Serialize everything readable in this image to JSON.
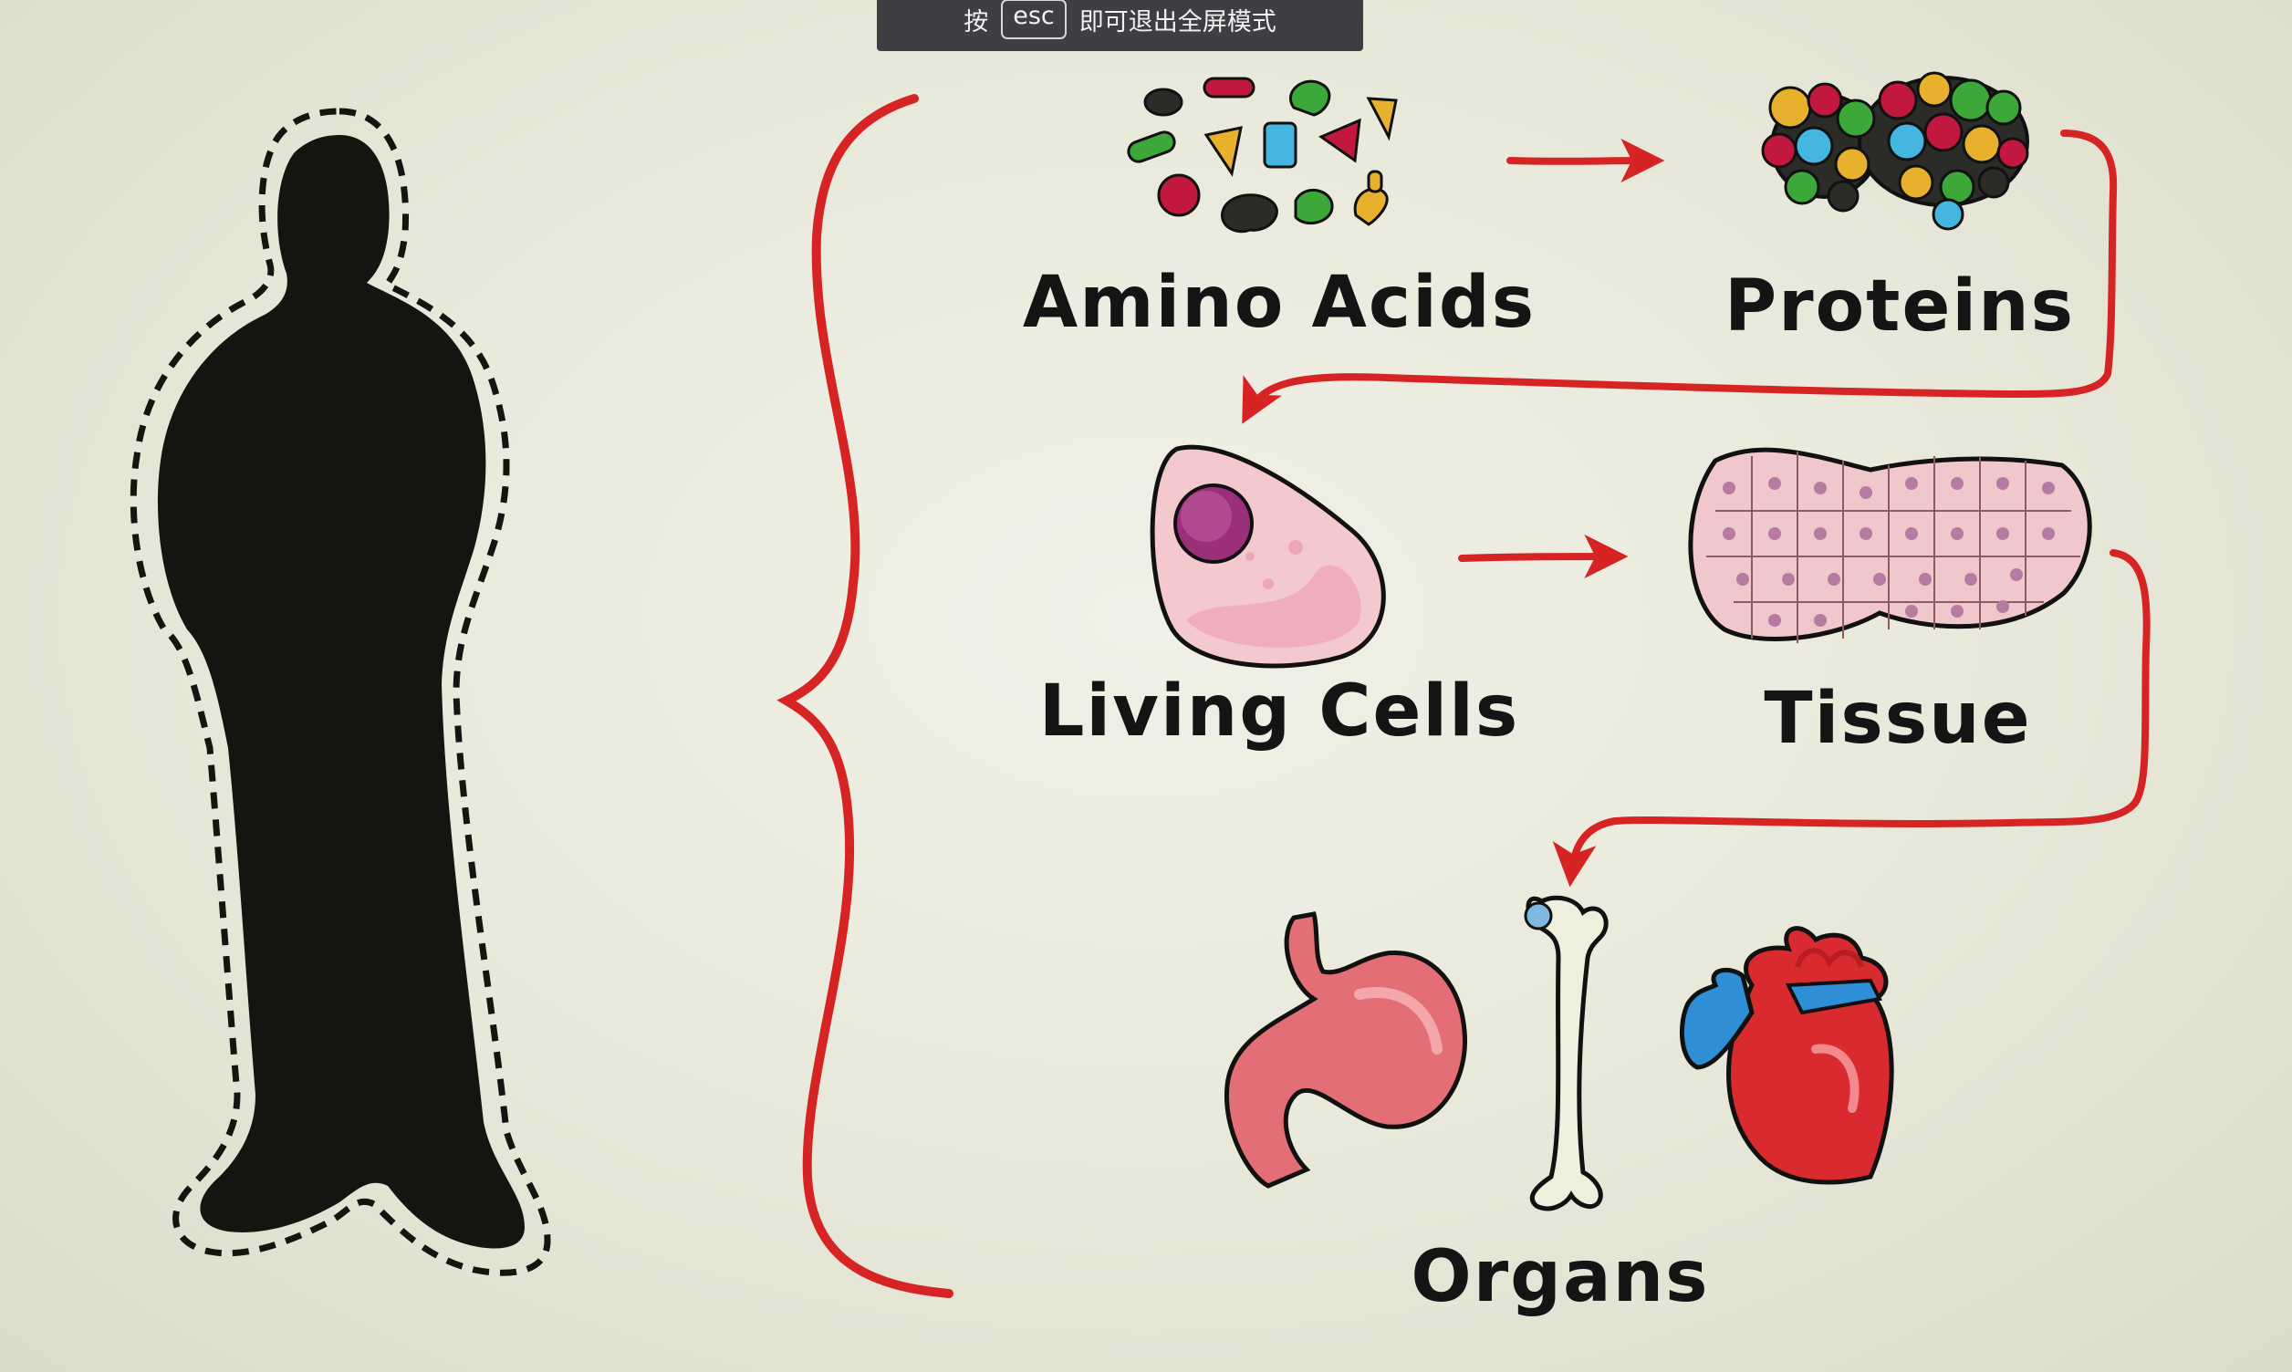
{
  "fullscreen_hint": {
    "prefix": "按",
    "key": "esc",
    "suffix": "即可退出全屏模式"
  },
  "diagram": {
    "stages": {
      "amino_acids": "Amino Acids",
      "proteins": "Proteins",
      "living_cells": "Living Cells",
      "tissue": "Tissue",
      "organs": "Organs"
    },
    "colors": {
      "arrow": "#d62424",
      "silhouette": "#141410",
      "cell": "#f3c9cd",
      "nucleus": "#9b2f79",
      "stomach": "#e36e75",
      "heart_red": "#d92a2f",
      "heart_blue": "#2e8fd6",
      "bone": "#eef0dd"
    }
  }
}
